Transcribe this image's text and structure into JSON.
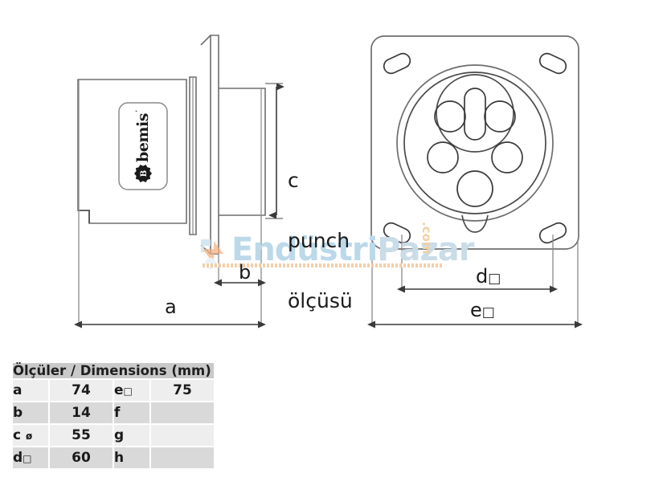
{
  "drawing": {
    "title_alt": "Bemis panel mount socket technical drawing",
    "brand_logo": {
      "name": "bemis",
      "trademark_mark": "´"
    },
    "labels": {
      "a": "a",
      "b": "b",
      "c_line1": "c",
      "c_line2": "punch",
      "c_line3": "ölçüsü",
      "d": "d",
      "d_symbol": "□",
      "e": "e",
      "e_symbol": "□"
    },
    "line_color": "#6e6e6e",
    "dim_line_color": "#3a3a3a",
    "text_color": "#1a1a1a"
  },
  "watermark": {
    "text_main": "Endüstri",
    "text_secondary": "Pazar",
    "text_tld": ".com",
    "color_main": "#bcd9ea",
    "color_tld": "#f3cfa1",
    "bolt_color": "#f5b183"
  },
  "table": {
    "header": "Ölçüler / Dimensions (mm)",
    "rows": [
      {
        "k1": "a",
        "k1sym": "",
        "v1": "74",
        "k2": "e",
        "k2sym": "□",
        "v2": "75"
      },
      {
        "k1": "b",
        "k1sym": "",
        "v1": "14",
        "k2": "f",
        "k2sym": "",
        "v2": ""
      },
      {
        "k1": "c",
        "k1sym": "ø",
        "v1": "55",
        "k2": "g",
        "k2sym": "",
        "v2": ""
      },
      {
        "k1": "d",
        "k1sym": "□",
        "v1": "60",
        "k2": "h",
        "k2sym": "",
        "v2": ""
      }
    ]
  },
  "chart_data": {
    "type": "table",
    "title": "Ölçüler / Dimensions (mm)",
    "categories": [
      "a",
      "b",
      "c ø",
      "d □",
      "e □",
      "f",
      "g",
      "h"
    ],
    "values": [
      74,
      14,
      55,
      60,
      75,
      null,
      null,
      null
    ],
    "units": "mm"
  }
}
